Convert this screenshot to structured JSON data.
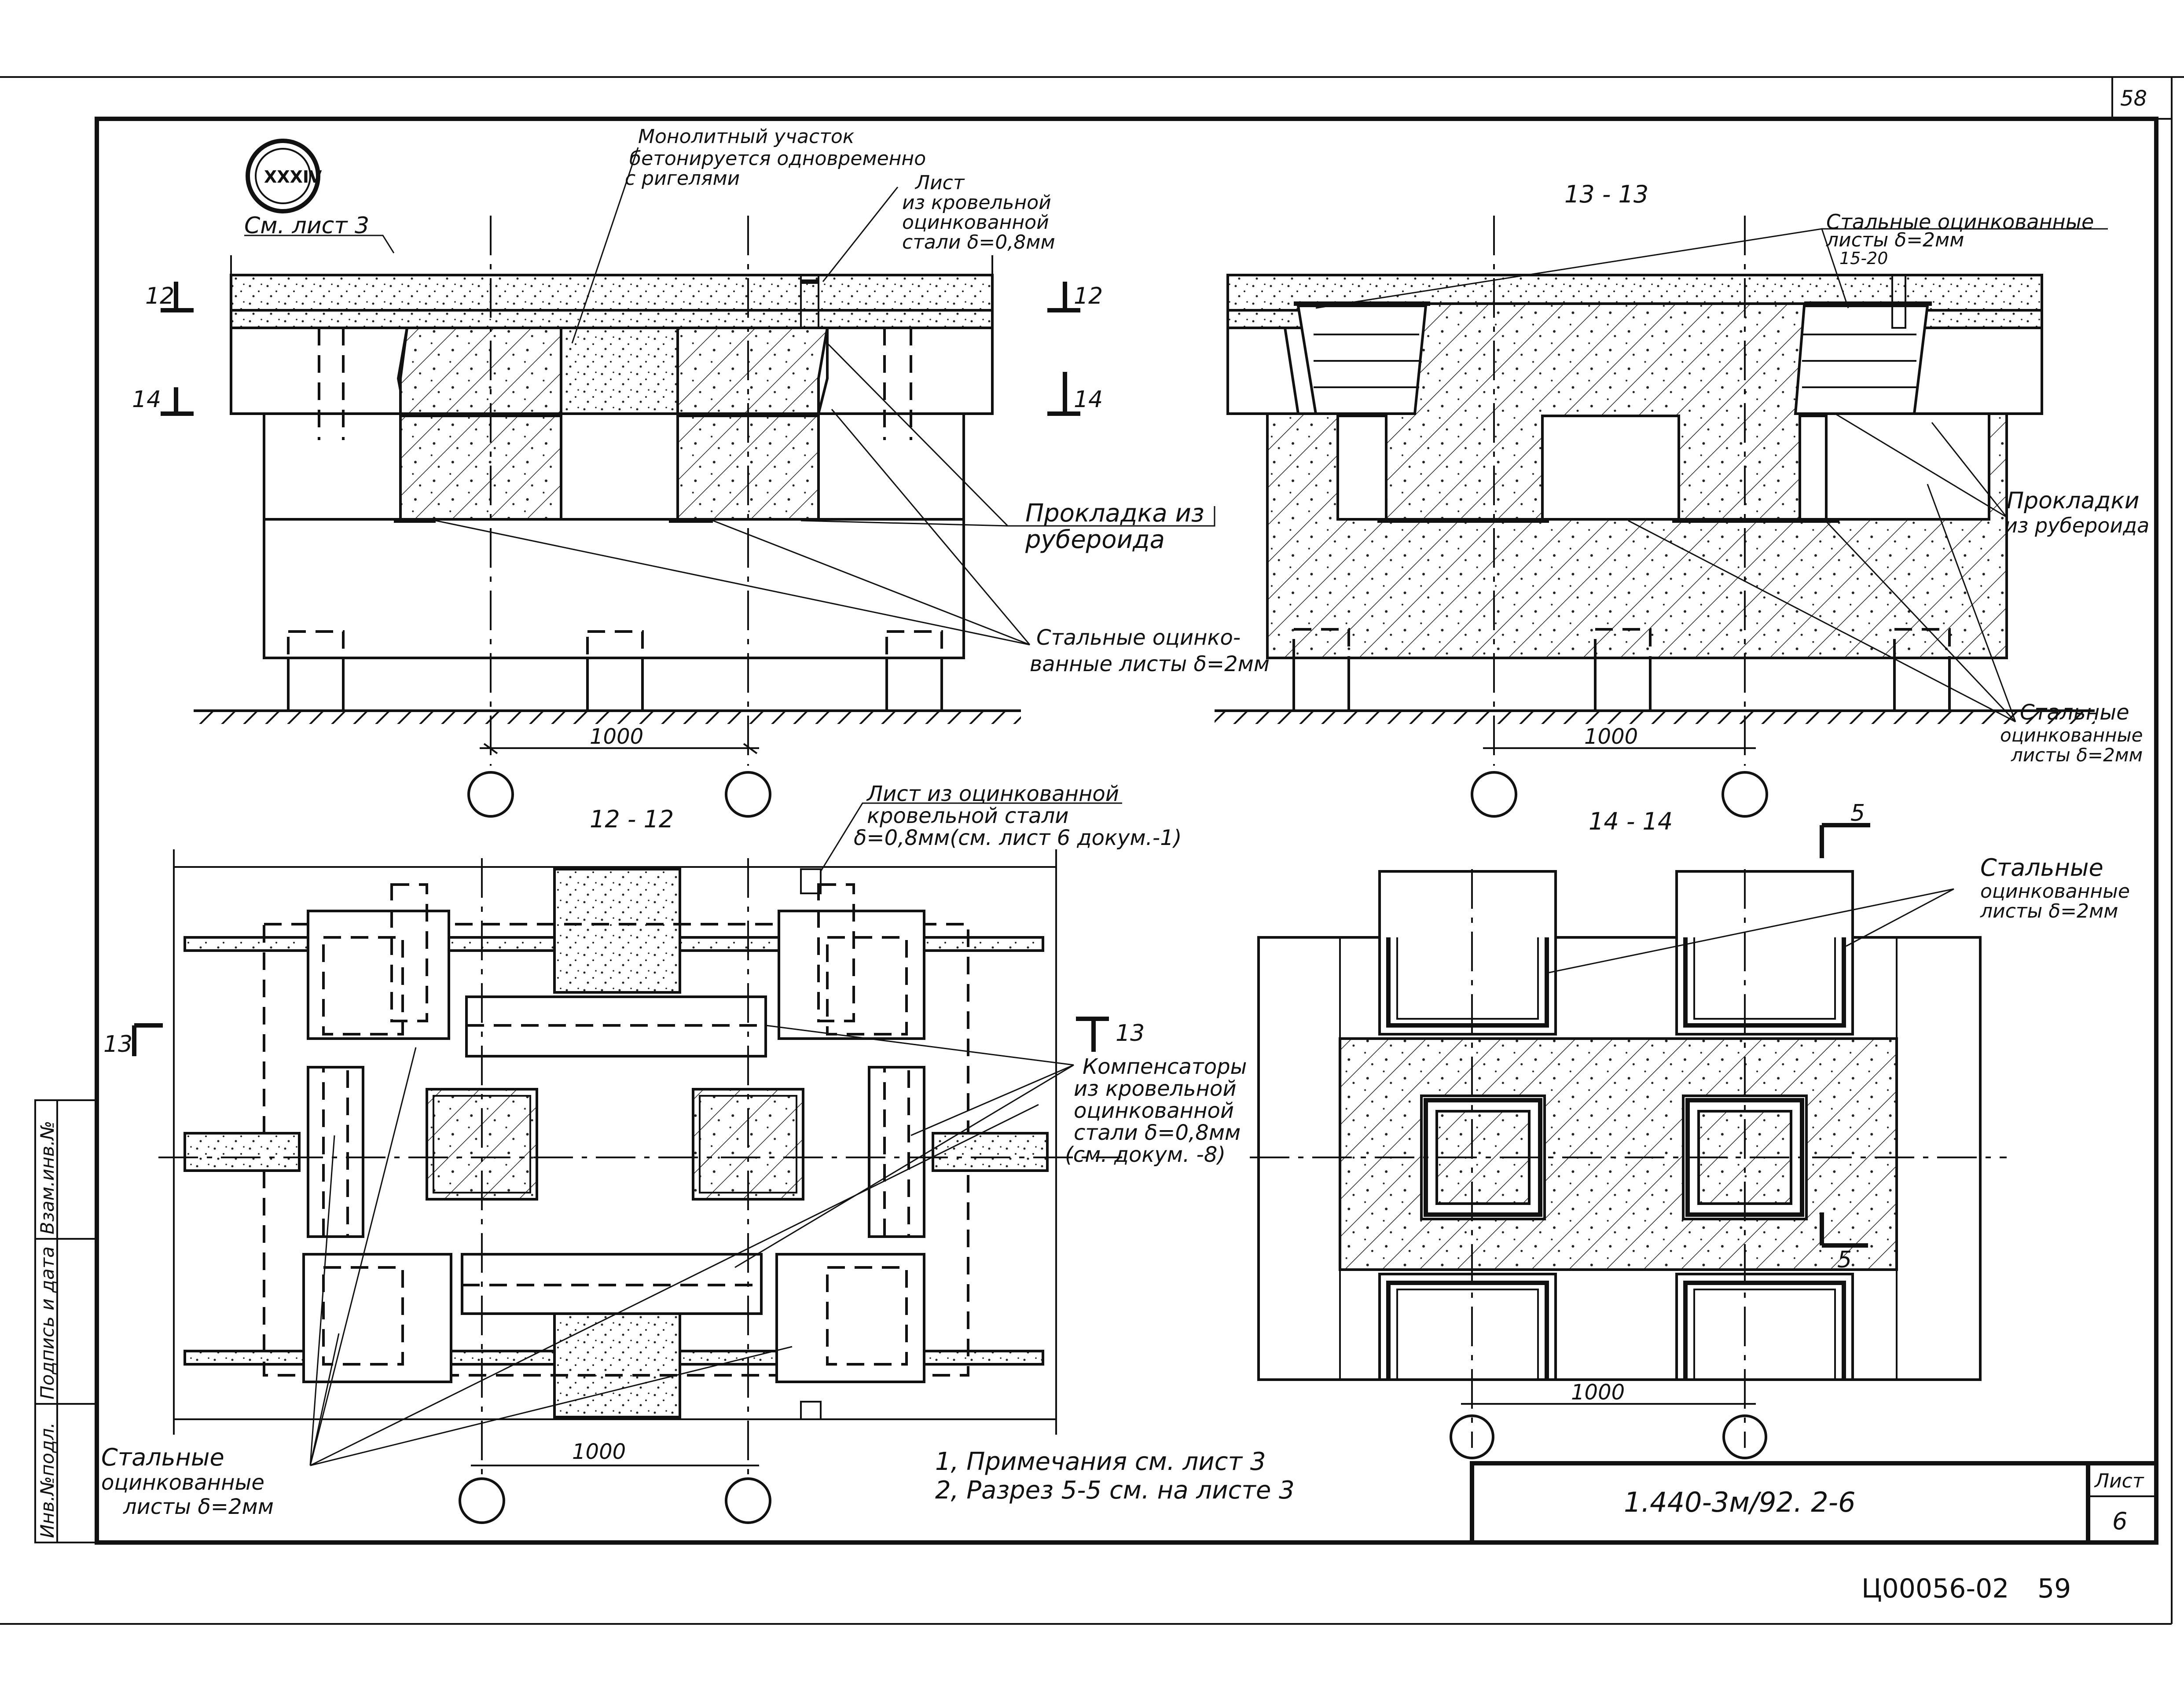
{
  "sheet": {
    "corner_page": "58",
    "drawing_code": "1.440-3м/92. 2-6",
    "sheet_label": "Лист",
    "sheet_number": "6",
    "archive_code": "Ц00056-02",
    "archive_page": "59",
    "circle_mark": "XXXIV"
  },
  "side_stamp": {
    "col1": "Инв.№подл.",
    "col2": "Подпись и дата",
    "col3": "Взам.инв.№"
  },
  "view_elevation": {
    "ref_sheet": "См. лист 3",
    "label_12": "12",
    "label_14": "14",
    "dim": "1000",
    "note_monolith": [
      "Монолитный участок",
      "бетонируется одновременно",
      "с ригелями"
    ],
    "note_sheet": [
      "Лист",
      "из кровельной",
      "оцинкованной",
      "стали δ=0,8мм"
    ],
    "note_ruberoid": [
      "Прокладка из",
      "рубероида"
    ],
    "note_steel": [
      "Стальные оцинко-",
      "ванные листы δ=2мм"
    ]
  },
  "view_13": {
    "title": "13 - 13",
    "dim": "1000",
    "note_steel_top": [
      "Стальные оцинкованные",
      "листы δ=2мм"
    ],
    "gap": "15-20",
    "note_ruberoid": [
      "Прокладки",
      "из рубероида"
    ],
    "note_steel_bottom": [
      "Стальные",
      "оцинкованные",
      "листы δ=2мм"
    ]
  },
  "view_12": {
    "title": "12 - 12",
    "label_13": "13",
    "dim": "1000",
    "note_sheet": [
      "Лист из оцинкованной",
      "кровельной стали",
      "δ=0,8мм(см. лист 6 докум.-1)"
    ],
    "note_comp": [
      "Компенсаторы",
      "из кровельной",
      "оцинкованной",
      "стали δ=0,8мм",
      "(см. докум. -8)"
    ],
    "note_steel": [
      "Стальные",
      "оцинкованные",
      "листы δ=2мм"
    ]
  },
  "view_14": {
    "title": "14 - 14",
    "label_5": "5",
    "dim": "1000",
    "note_steel": [
      "Стальные",
      "оцинкованные",
      "листы δ=2мм"
    ]
  },
  "notes": [
    "1, Примечания см. лист 3",
    "2, Разрез 5-5 см. на листе 3"
  ]
}
